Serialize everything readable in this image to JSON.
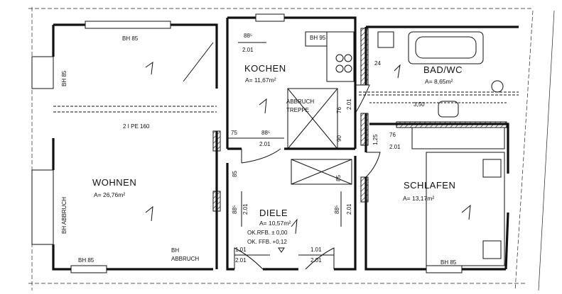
{
  "rooms": {
    "kochen": {
      "name": "KOCHEN",
      "area": "A= 11,67m²"
    },
    "bad": {
      "name": "BAD/WC",
      "area": "A= 8,65m²"
    },
    "wohnen": {
      "name": "WOHNEN",
      "area": "A= 26,76m²"
    },
    "diele": {
      "name": "DIELE",
      "area": "A= 10,57m²"
    },
    "schlafen": {
      "name": "SCHLAFEN",
      "area": "A= 13,17m²"
    }
  },
  "labels": {
    "bh85_top": "BH 85",
    "bh95_kitchen": "BH 95",
    "bh85_left": "BH 85",
    "beam": "2 I PE 160",
    "abbruch_treppe_1": "ABBRUCH",
    "abbruch_treppe_2": "TREPPE",
    "bh_abbruch_left": "BH ABBRUCH",
    "bh85_bottom_left": "BH 85",
    "bh_abbruch_bottom_1": "BH",
    "bh_abbruch_bottom_2": "ABBRUCH",
    "bh85_bottom_right": "BH 85",
    "ok_rfb": "OK.RFB. ± 0,00",
    "ok_ffb": "OK. FFB. +0,12"
  },
  "dimensions": {
    "kitchen_door_top": "88⁵",
    "kitchen_door_bottom": "2.01",
    "bath_24": "24",
    "bath_350": "3,50",
    "stair_76": "76",
    "stair_201": "2.01",
    "stair_90": "90",
    "door_75": "75",
    "door_885": "88⁵",
    "door_201": "2.01",
    "bed_76": "76",
    "bed_125": "1,25",
    "bed_201": "2.01",
    "diele_85_left": "85",
    "diele_85_right": "85",
    "diele_885_left": "88⁵",
    "diele_201_left": "2.01",
    "diele_885_right": "88⁵",
    "diele_201_right": "2.01",
    "bottom_101_left": "1.01",
    "bottom_201_left": "2.01",
    "bottom_101_right": "1.01",
    "bottom_201_right": "2.01"
  }
}
